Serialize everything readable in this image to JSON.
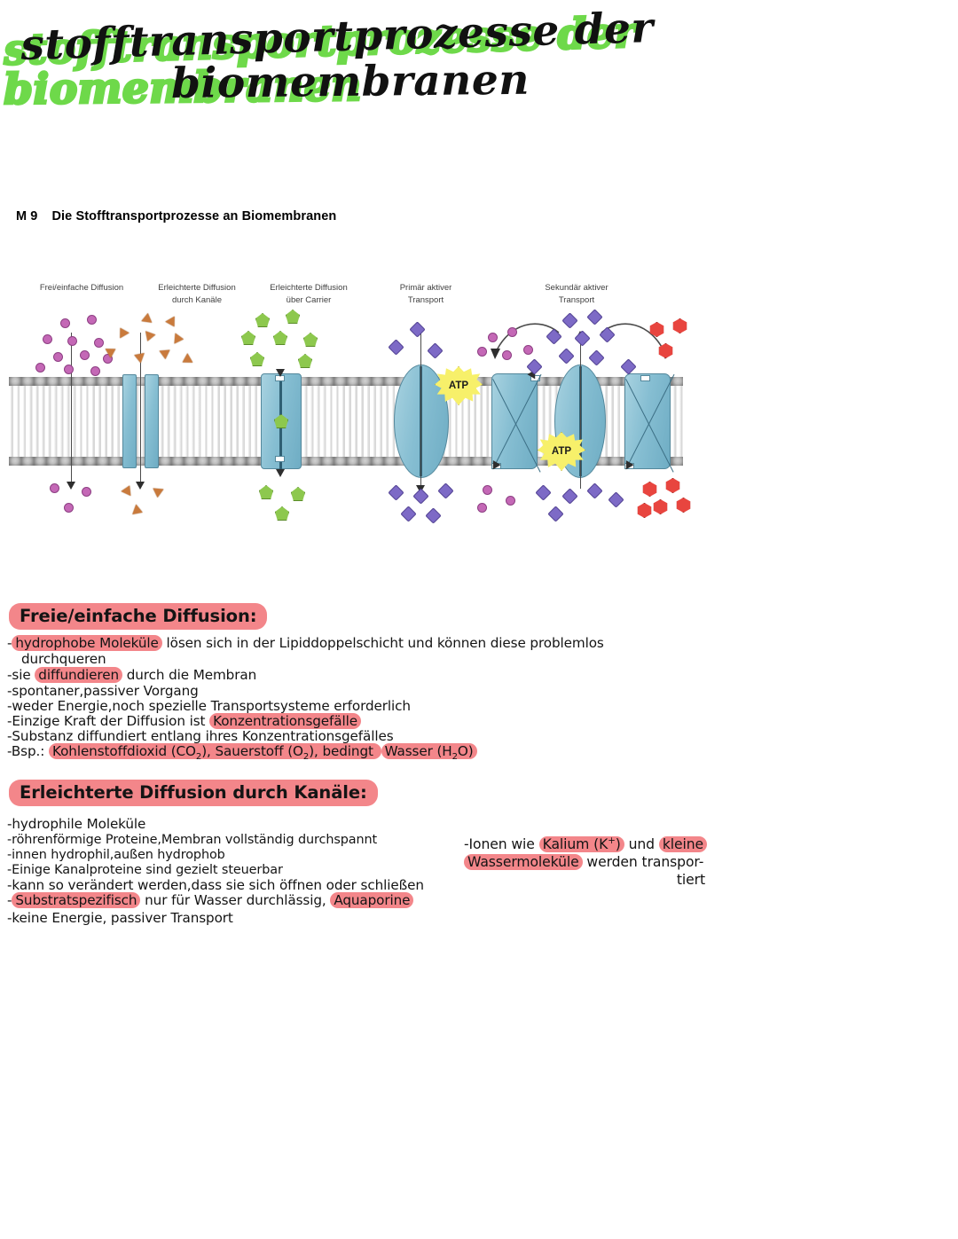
{
  "title": {
    "line1": "stofftransportprozesse der",
    "line2": "biomembranen",
    "ink_color": "#111111",
    "shadow_color": "#6ed94a"
  },
  "figure": {
    "caption_number": "M 9",
    "caption_text": "Die Stofftransportprozesse an Biomembranen",
    "columns": [
      {
        "label_line1": "Frei/einfache Diffusion",
        "label_line2": ""
      },
      {
        "label_line1": "Erleichterte Diffusion",
        "label_line2": "durch Kanäle"
      },
      {
        "label_line1": "Erleichterte Diffusion",
        "label_line2": "über Carrier"
      },
      {
        "label_line1": "Primär aktiver",
        "label_line2": "Transport"
      },
      {
        "label_line1": "Sekundär aktiver",
        "label_line2": "Transport"
      }
    ],
    "atp_label": "ATP",
    "colors": {
      "membrane_head": "#bdbdbd",
      "membrane_tail": "#dcdcdc",
      "protein": "#86bed2",
      "particle_circle": "#c468b6",
      "particle_triangle": "#c97a3c",
      "particle_pentagon": "#8dc84e",
      "particle_square": "#7d6ac6",
      "particle_hexagon": "#e8453f",
      "atp_burst": "#f7f06a"
    }
  },
  "notes": {
    "highlight_color": "#f3868a",
    "section1": {
      "heading": "Freie/einfache Diffusion:",
      "bullets": [
        {
          "prefix": "-",
          "hl1": "hydrophobe Moleküle",
          "rest": " lösen sich in der Lipiddoppelschicht und können diese problemlos",
          "cont": "durchqueren"
        },
        {
          "prefix": "-",
          "pre": "sie ",
          "hl1": "diffundieren",
          "rest": " durch die Membran"
        },
        {
          "prefix": "-",
          "plain": "spontaner,passiver Vorgang"
        },
        {
          "prefix": "-",
          "plain": "weder Energie,noch spezielle Transportsysteme erforderlich"
        },
        {
          "prefix": "-",
          "pre": "Einzige Kraft der Diffusion ist ",
          "hl1": "Konzentrationsgefälle"
        },
        {
          "prefix": "-",
          "plain": "Substanz diffundiert entlang ihres Konzentrationsgefälles"
        },
        {
          "prefix": "-",
          "pre": "Bsp.: ",
          "hl_a": "Kohlenstoffdioxid (CO",
          "hl_a_sub": "2",
          "hl_a_end": "), Sauerstoff (O",
          "hl_a_sub2": "2",
          "hl_a_end2": "), bedingt ",
          "hl_b": "Wasser (H",
          "hl_b_sub": "2",
          "hl_b_end": "O)"
        }
      ]
    },
    "section2": {
      "heading": "Erleichterte Diffusion durch Kanäle:",
      "bullets": [
        {
          "prefix": "-",
          "plain": "hydrophile Moleküle"
        },
        {
          "prefix": "-",
          "plain": "röhrenförmige Proteine,Membran vollständig durchspannt"
        },
        {
          "prefix": "-",
          "plain": "innen hydrophil,außen hydrophob"
        },
        {
          "prefix": "-",
          "plain": "Einige Kanalproteine sind gezielt steuerbar"
        },
        {
          "prefix": "-",
          "plain": "kann so verändert werden,dass sie sich öffnen oder schließen"
        },
        {
          "prefix": "-",
          "hl1": "Substratspezifisch",
          "mid": " nur für Wasser durchlässig, ",
          "hl2": "Aquaporine"
        },
        {
          "prefix": "-",
          "plain": "keine Energie, passiver Transport"
        }
      ],
      "side_note": {
        "prefix": "-",
        "pre": "Ionen wie ",
        "hl_kalium": "Kalium (K",
        "hl_kalium_sup": "+",
        "hl_kalium_end": ")",
        "mid": " und ",
        "hl_klein": "kleine",
        "hl_wasser": "Wassermoleküle",
        "after": " werden transpor-",
        "tier": "tiert"
      }
    }
  }
}
